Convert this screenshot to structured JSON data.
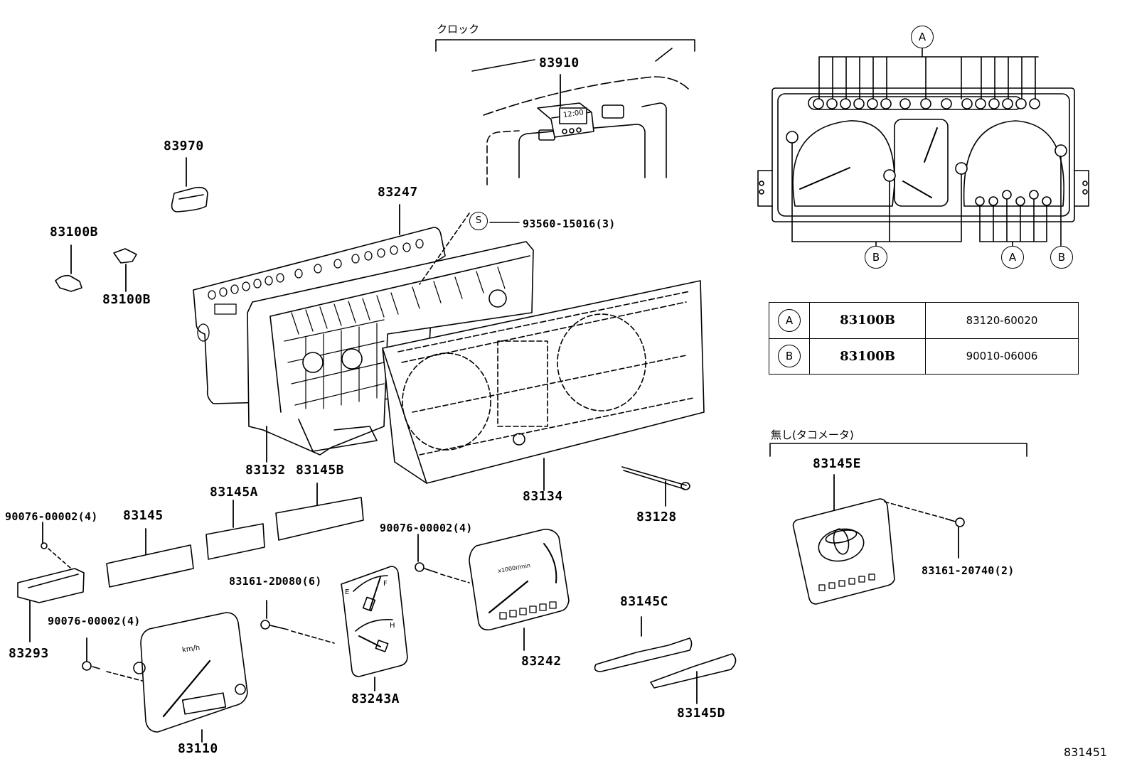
{
  "diagram": {
    "figure_id": "831451",
    "labels": {
      "clock_group": "クロック",
      "clock": "83910",
      "p83970": "83970",
      "p83100b_1": "83100B",
      "p83100b_2": "83100B",
      "p83247": "83247",
      "screw_s": "93560-15016(3)",
      "screw_s_symbol": "S",
      "p83132": "83132",
      "p83145b": "83145B",
      "p83145a": "83145A",
      "p83145": "83145",
      "p83134": "83134",
      "p83128": "83128",
      "screw_left_top": "90076-00002(4)",
      "p83293": "83293",
      "screw_left_bottom": "90076-00002(4)",
      "p83110": "83110",
      "screw_mid": "83161-2D080(6)",
      "p83243a": "83243A",
      "screw_tacho": "90076-00002(4)",
      "p83242": "83242",
      "p83145c": "83145C",
      "p83145d": "83145D",
      "no_tacho_group": "無し(タコメータ)",
      "p83145e": "83145E",
      "screw_e": "83161-20740(2)"
    },
    "gauge_text": {
      "speedo_unit": "km/h",
      "tacho_unit": "x1000r/min",
      "fuel_empty": "E",
      "fuel_full": "F",
      "temp_hot": "H",
      "clock_display": "12:00"
    },
    "bulb_map": {
      "callouts": [
        "A",
        "B",
        "A",
        "B"
      ],
      "legend": [
        {
          "symbol": "A",
          "ref": "83100B",
          "part_number": "83120-60020"
        },
        {
          "symbol": "B",
          "ref": "83100B",
          "part_number": "90010-06006"
        }
      ]
    }
  }
}
